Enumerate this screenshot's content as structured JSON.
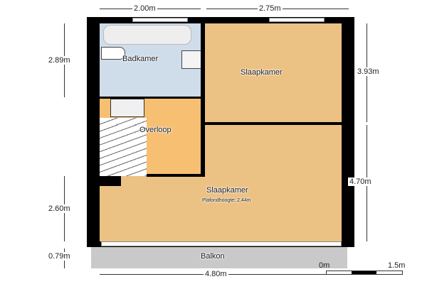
{
  "rooms": {
    "bathroom": "Badkamer",
    "bedroom_top": "Slaapkamer",
    "landing": "Overloop",
    "bedroom_main": "Slaapkamer",
    "ceiling_height": "Plafondhoogte: 2.44m",
    "balcony": "Balkon"
  },
  "dimensions": {
    "top_left": "2.00m",
    "top_right": "2.75m",
    "left_top": "2.89m",
    "left_bottom": "2.60m",
    "left_balcony": "0.79m",
    "right_top": "3.93m",
    "right_bottom": "4.70m",
    "bottom": "4.80m"
  },
  "scale": {
    "start": "0m",
    "end": "1.5m"
  },
  "colors": {
    "bedroom": "#ecc184",
    "landing": "#f6bf72",
    "bathroom": "#cfdcea",
    "balcony": "#c9c9c9",
    "wall": "#000000"
  }
}
